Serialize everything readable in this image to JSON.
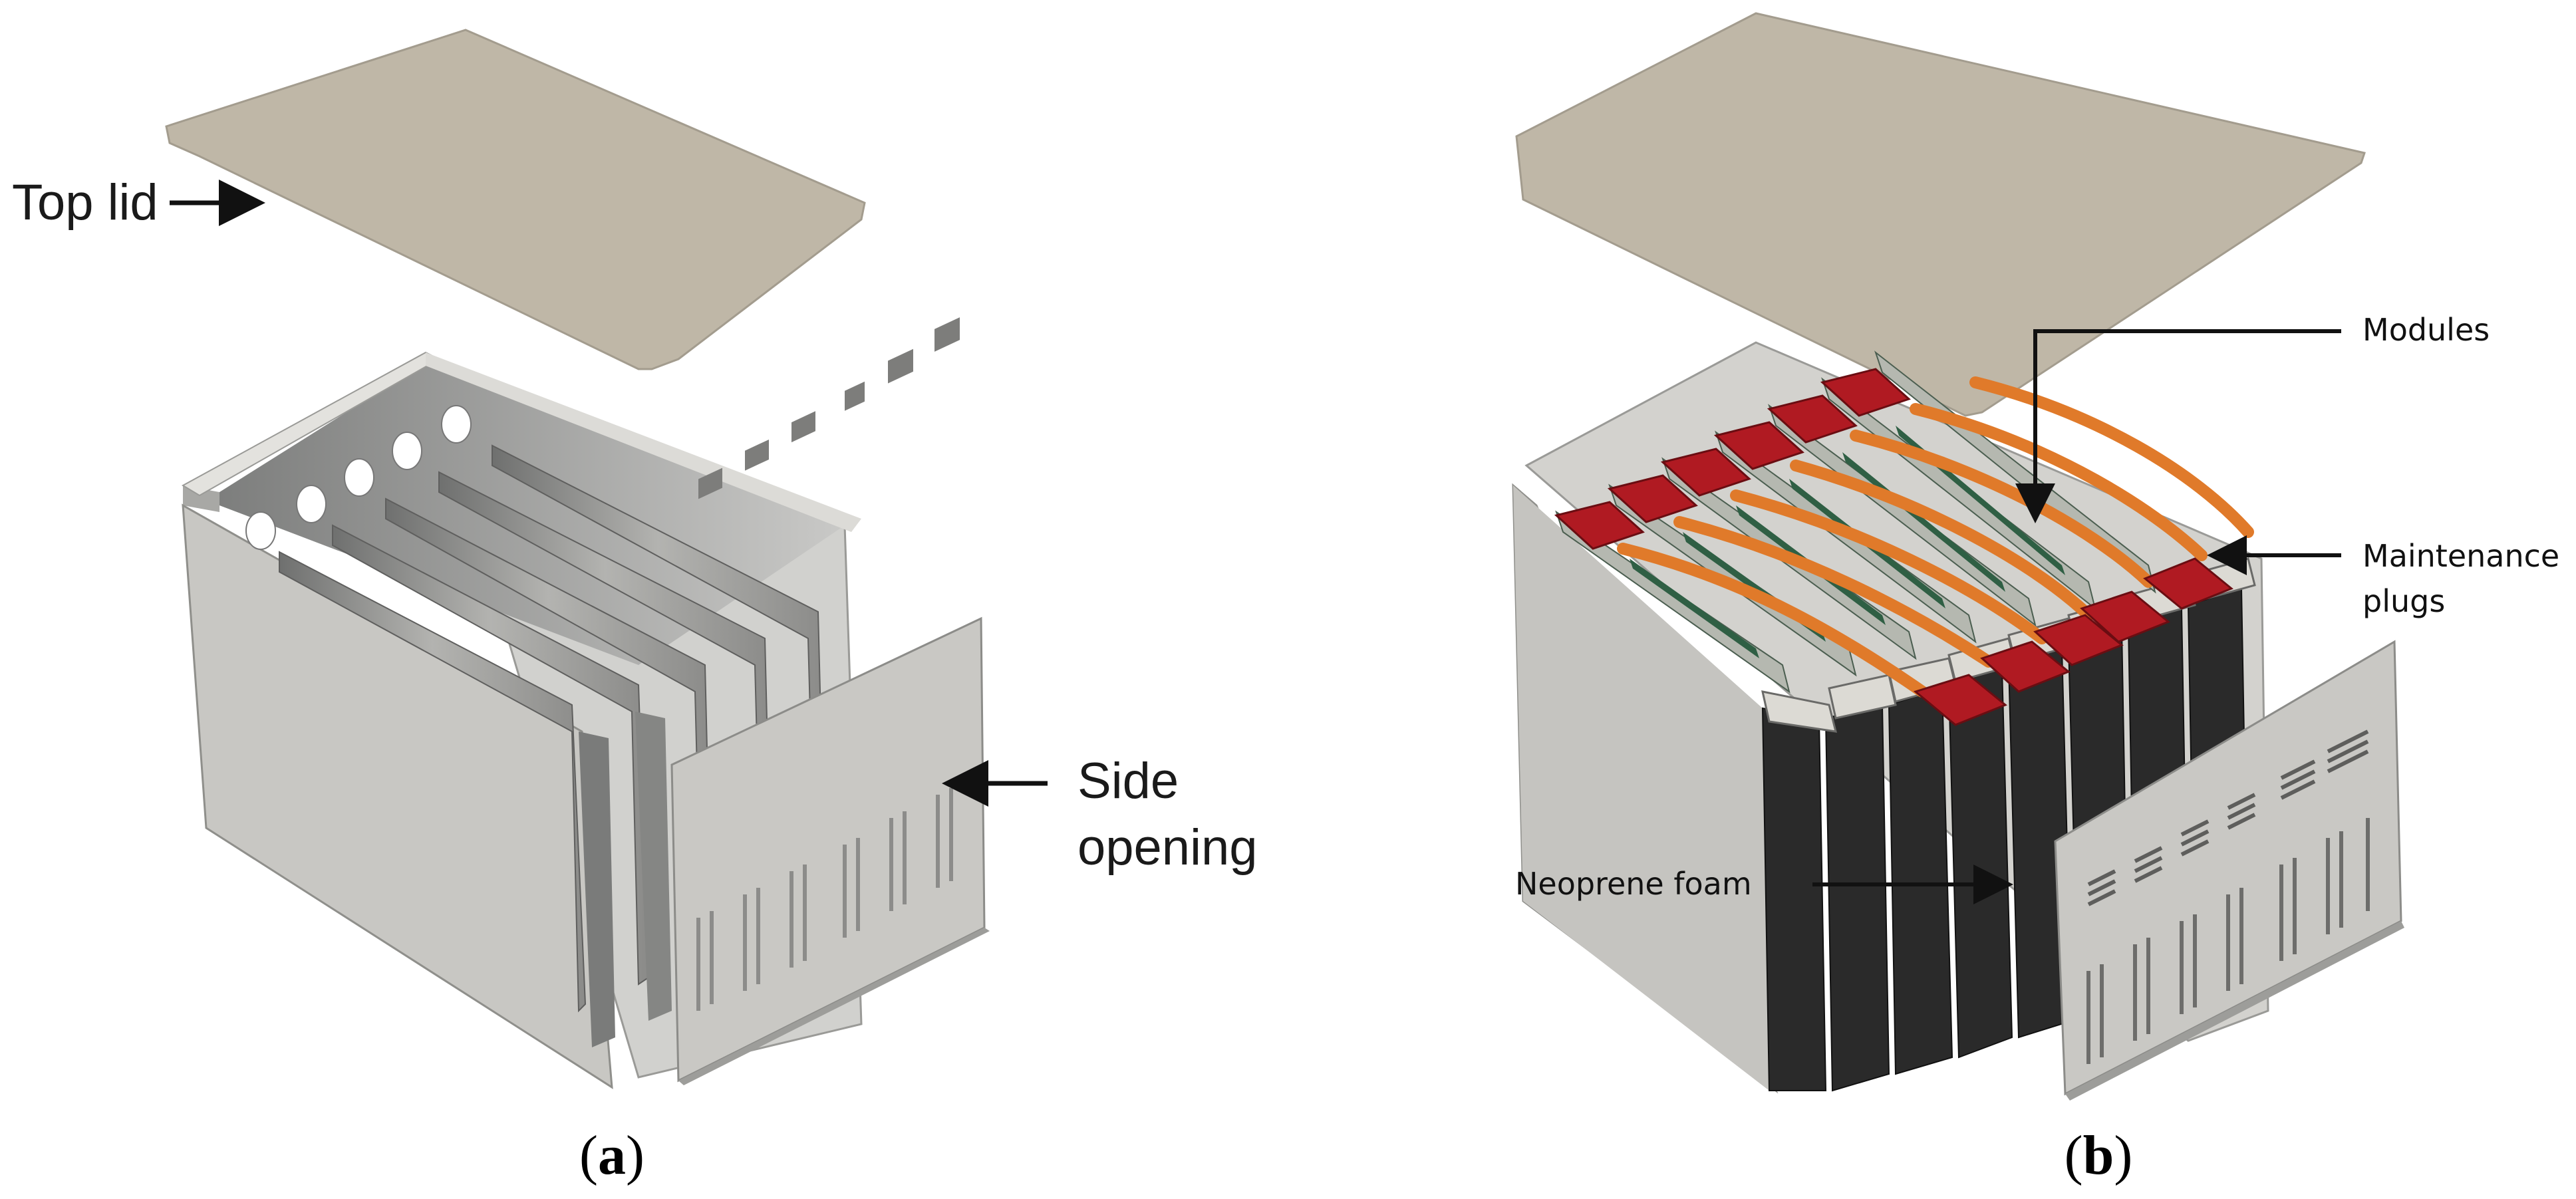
{
  "panel_a": {
    "caption_open": "(",
    "caption_letter": "a",
    "caption_close": ")",
    "labels": {
      "top_lid": "Top lid",
      "side_opening_line1": "Side",
      "side_opening_line2": "opening"
    }
  },
  "panel_b": {
    "caption_open": "(",
    "caption_letter": "b",
    "caption_close": ")",
    "labels": {
      "modules": "Modules",
      "maintenance_line1": "Maintenance",
      "maintenance_line2": "plugs",
      "neoprene": "Neoprene foam"
    }
  },
  "colors": {
    "lid": "#bfb7a7",
    "housing_front": "#c8c7c3",
    "housing_dark": "#8f8f8b",
    "slot_plate": "#a9a9a6",
    "foam": "#2a2a2a",
    "plug_red": "#b01a22",
    "cable_orange": "#e07a2a",
    "pcb_green": "#2f5f44"
  }
}
